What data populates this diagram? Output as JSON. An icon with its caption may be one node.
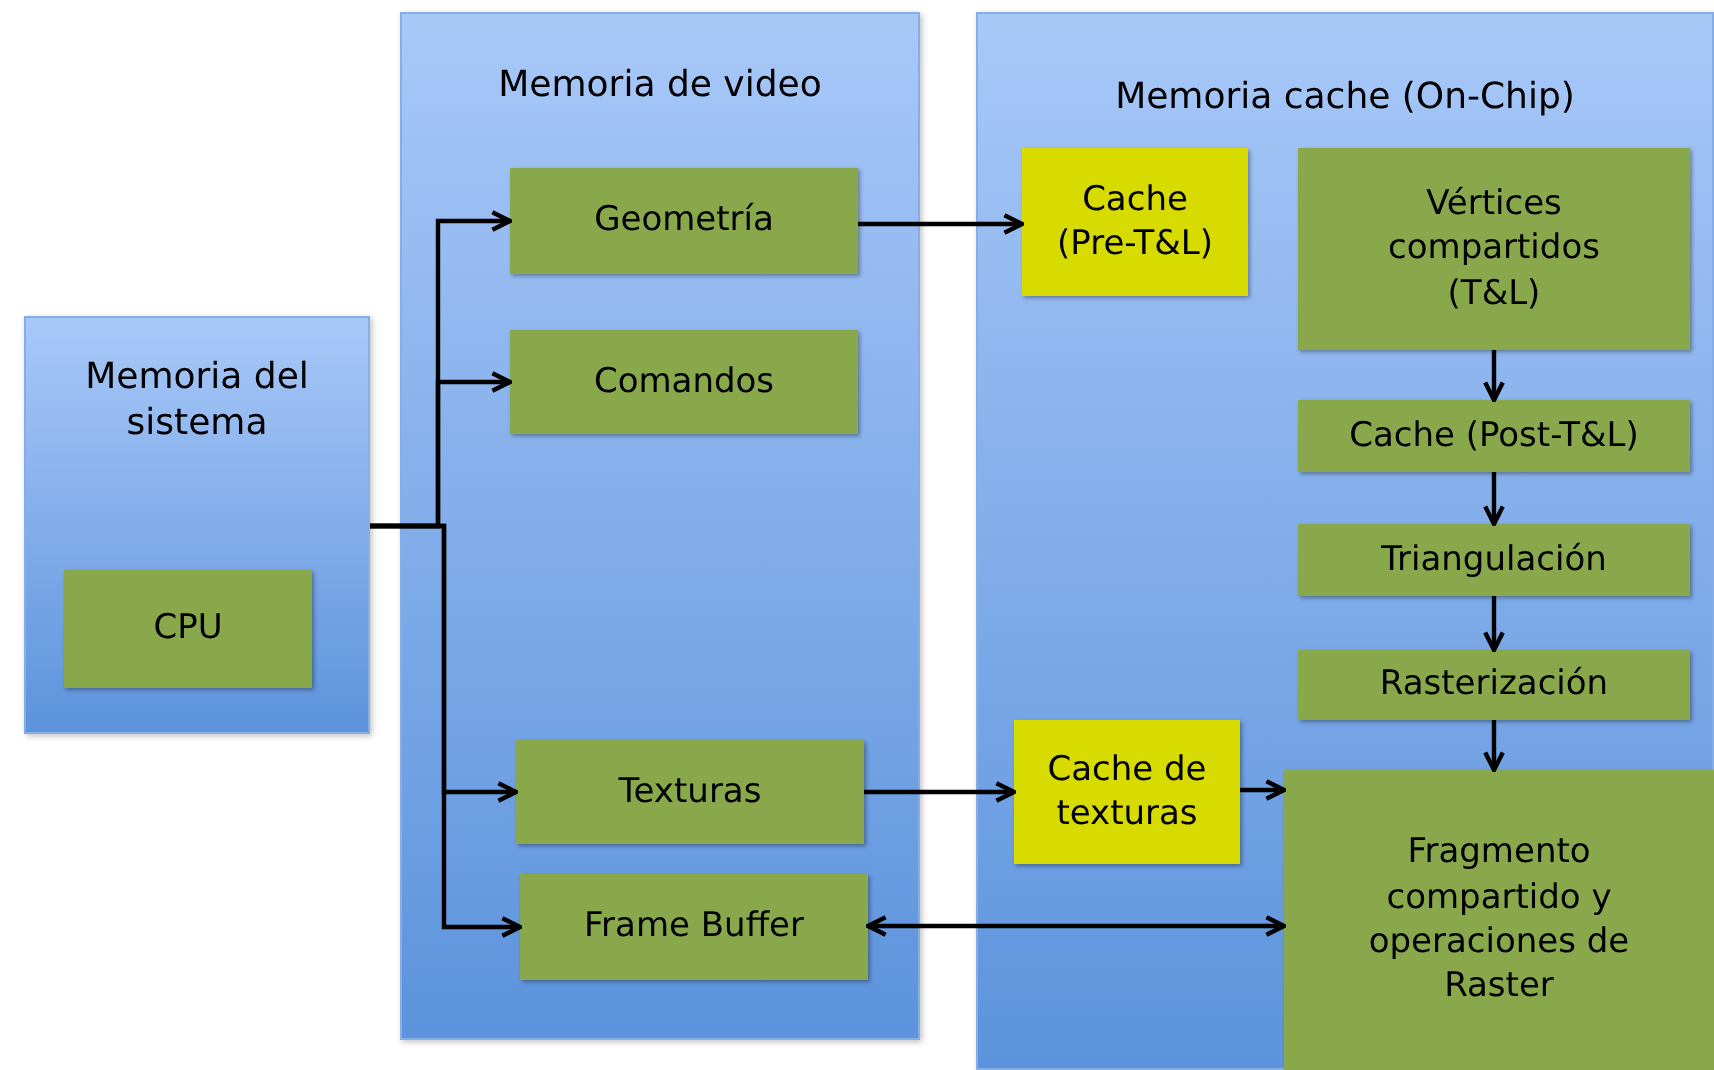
{
  "diagram": {
    "nodes": [
      {
        "text": [
          "Memoria del sistema"
        ]
      },
      {
        "text": [
          "CPU"
        ],
        "in": 0
      },
      {
        "text": [
          "Memoria de video"
        ]
      },
      {
        "text": [
          "Geometría"
        ],
        "in": 2
      },
      {
        "text": [
          "Comandos"
        ],
        "in": 2
      },
      {
        "text": [
          "Texturas"
        ],
        "in": 2
      },
      {
        "text": [
          "Frame Buffer"
        ],
        "in": 2
      },
      {
        "text": [
          "Memoria cache (On-Chip)"
        ]
      },
      {
        "text": [
          "Cache (Pre-T&L)"
        ],
        "in": 7
      },
      {
        "text": [
          "Vértices compartidos (T&L)"
        ],
        "in": 7
      },
      {
        "text": [
          "Cache (Post-T&L)"
        ],
        "in": 7
      },
      {
        "text": [
          "Triangulación"
        ],
        "in": 7
      },
      {
        "text": [
          "Rasterización"
        ],
        "in": 7
      },
      {
        "text": [
          "Cache de texturas"
        ],
        "in": 7
      },
      {
        "text": [
          "Fragmento compartido y operaciones de Raster"
        ],
        "in": 7
      }
    ],
    "edges": [
      {
        "from": 0,
        "to": 3,
        "arrow": "to"
      },
      {
        "from": 0,
        "to": 4,
        "arrow": "to"
      },
      {
        "from": 0,
        "to": 5,
        "arrow": "to"
      },
      {
        "from": 0,
        "to": 6,
        "arrow": "to"
      },
      {
        "from": 3,
        "to": 8,
        "arrow": "to"
      },
      {
        "from": 9,
        "to": 10,
        "arrow": "to"
      },
      {
        "from": 10,
        "to": 11,
        "arrow": "to"
      },
      {
        "from": 11,
        "to": 12,
        "arrow": "to"
      },
      {
        "from": 12,
        "to": 14,
        "arrow": "to"
      },
      {
        "from": 5,
        "to": 13,
        "arrow": "to"
      },
      {
        "from": 13,
        "to": 14,
        "arrow": "to"
      },
      {
        "from": 6,
        "to": 14,
        "arrow": "both"
      }
    ]
  }
}
